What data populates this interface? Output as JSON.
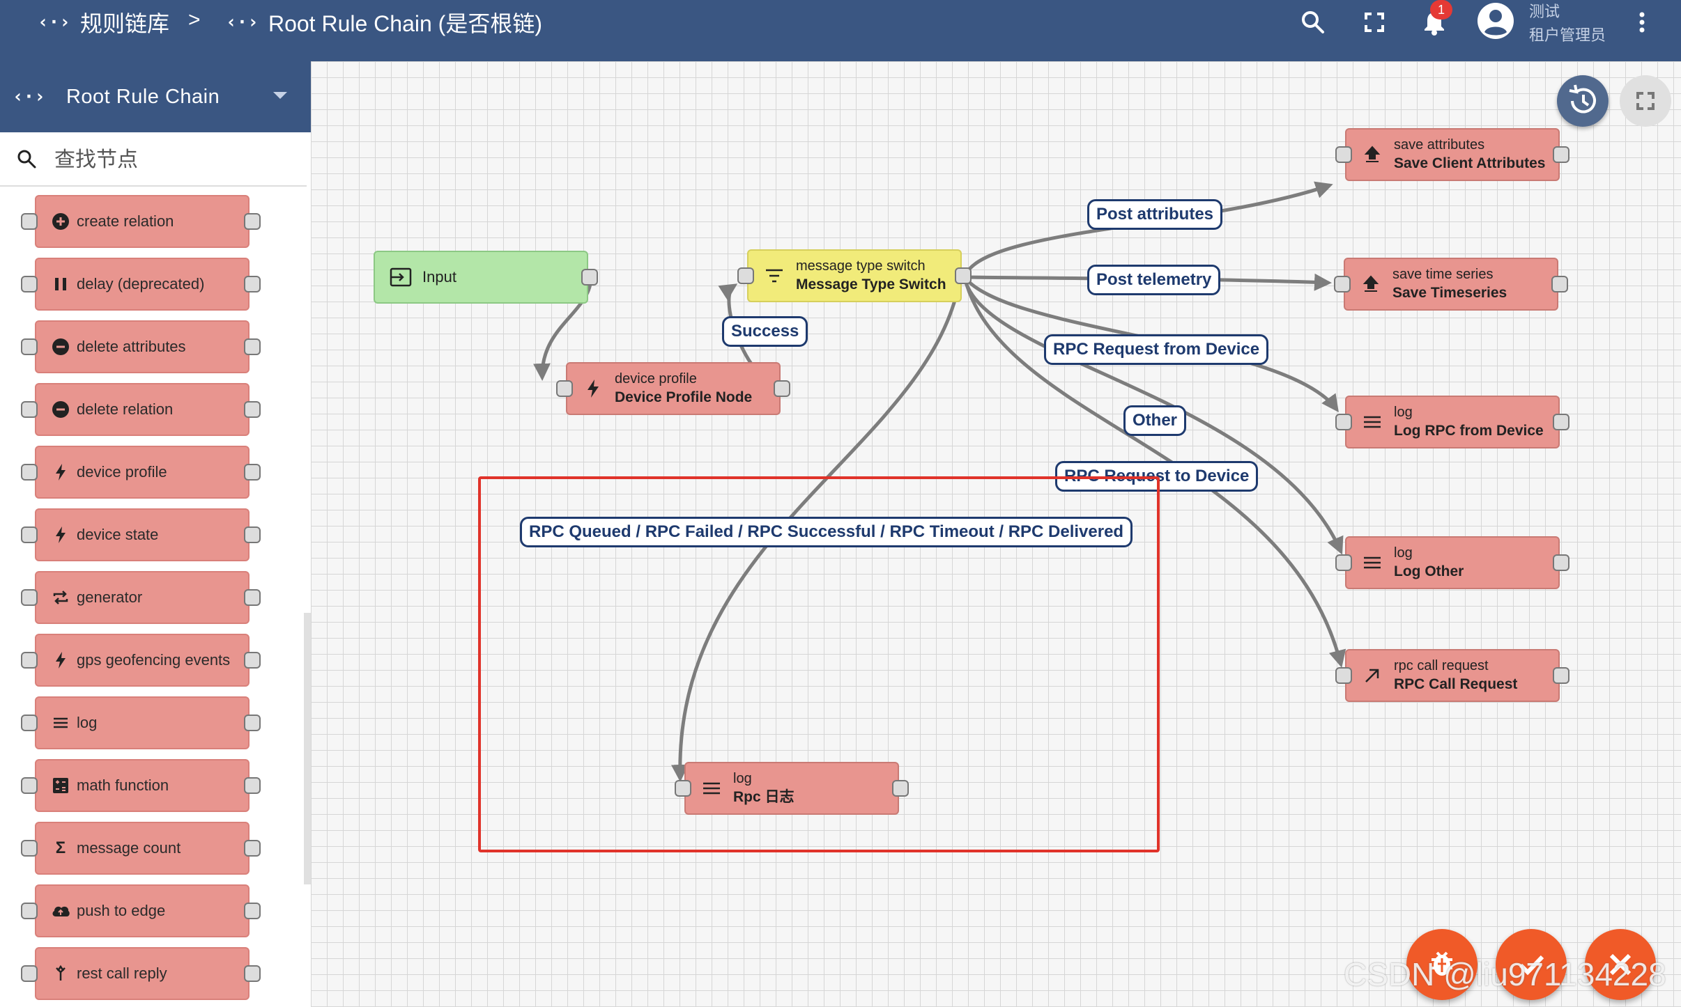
{
  "header": {
    "breadcrumb_root": "规则链库",
    "breadcrumb_separator": ">",
    "breadcrumb_current": "Root Rule Chain (是否根链)",
    "notification_count": "1",
    "user_name": "测试",
    "user_role": "租户管理员",
    "icons": [
      "search-icon",
      "fullscreen-icon",
      "bell-icon",
      "account-icon",
      "more-vert-icon"
    ]
  },
  "sidebar": {
    "chain_name": "Root Rule Chain",
    "search_placeholder": "查找节点",
    "items": [
      {
        "label": "create relation",
        "icon": "add-circle-icon"
      },
      {
        "label": "delay (deprecated)",
        "icon": "pause-icon"
      },
      {
        "label": "delete attributes",
        "icon": "remove-circle-icon"
      },
      {
        "label": "delete relation",
        "icon": "remove-circle-icon"
      },
      {
        "label": "device profile",
        "icon": "bolt-icon"
      },
      {
        "label": "device state",
        "icon": "bolt-icon"
      },
      {
        "label": "generator",
        "icon": "repeat-icon"
      },
      {
        "label": "gps geofencing events",
        "icon": "bolt-icon"
      },
      {
        "label": "log",
        "icon": "list-icon"
      },
      {
        "label": "math function",
        "icon": "calculator-icon"
      },
      {
        "label": "message count",
        "icon": "sigma-icon"
      },
      {
        "label": "push to edge",
        "icon": "cloud-upload-icon"
      },
      {
        "label": "rest call reply",
        "icon": "call-merge-icon"
      }
    ]
  },
  "canvas": {
    "nodes": {
      "input": {
        "title": "Input"
      },
      "device_profile": {
        "type": "device profile",
        "name": "Device Profile Node"
      },
      "msg_switch": {
        "type": "message type switch",
        "name": "Message Type Switch"
      },
      "save_attr": {
        "type": "save attributes",
        "name": "Save Client Attributes"
      },
      "save_ts": {
        "type": "save time series",
        "name": "Save Timeseries"
      },
      "log_rpc": {
        "type": "log",
        "name": "Log RPC from Device"
      },
      "log_other": {
        "type": "log",
        "name": "Log Other"
      },
      "rpc_call": {
        "type": "rpc call request",
        "name": "RPC Call Request"
      },
      "log_rpc_cn": {
        "type": "log",
        "name": "Rpc 日志"
      }
    },
    "edge_labels": {
      "success": "Success",
      "post_attributes": "Post attributes",
      "post_telemetry": "Post telemetry",
      "rpc_from_device": "RPC Request from Device",
      "other": "Other",
      "rpc_to_device": "RPC Request to Device",
      "rpc_events": "RPC Queued / RPC Failed / RPC Successful / RPC Timeout / RPC Delivered"
    }
  },
  "actions": [
    "history-icon",
    "fullscreen-icon",
    "debug-icon",
    "check-icon",
    "close-icon"
  ],
  "watermark": "CSDN @liu971134228",
  "colors": {
    "header_bg": "#3a5682",
    "action_node": "#e8958f",
    "input_node": "#b3e6a8",
    "filter_node": "#f1eb7a",
    "highlight": "#e0332a",
    "fab": "#f05a28"
  }
}
